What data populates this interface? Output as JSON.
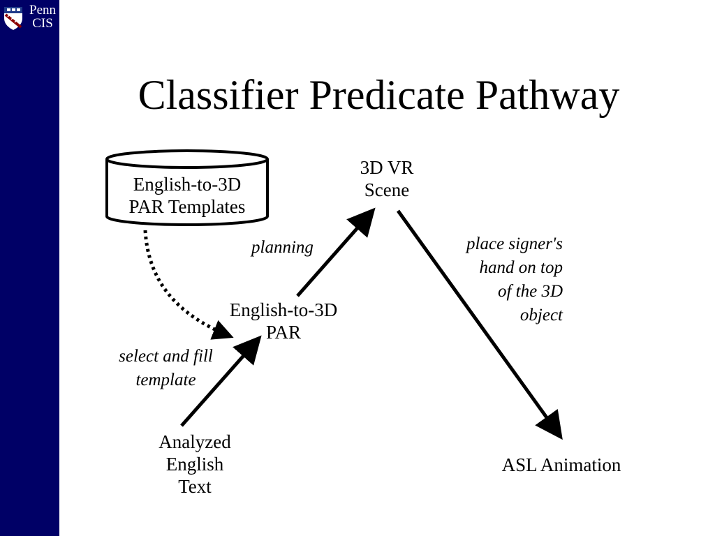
{
  "logo": {
    "line1": "Penn",
    "line2": "CIS"
  },
  "title": "Classifier Predicate Pathway",
  "nodes": {
    "templates": [
      "English-to-3D",
      "PAR Templates"
    ],
    "par": [
      "English-to-3D",
      "PAR"
    ],
    "scene": [
      "3D VR",
      "Scene"
    ],
    "analyzed": [
      "Analyzed",
      "English",
      "Text"
    ],
    "asl": [
      "ASL Animation"
    ]
  },
  "edge_labels": {
    "planning": [
      "planning"
    ],
    "select_fill": [
      "select and fill",
      "template"
    ],
    "place_hand": [
      "place signer's",
      "hand on top",
      "of the 3D",
      "object"
    ]
  },
  "colors": {
    "sidebar": "#000066",
    "ink": "#000000",
    "background": "#ffffff"
  }
}
